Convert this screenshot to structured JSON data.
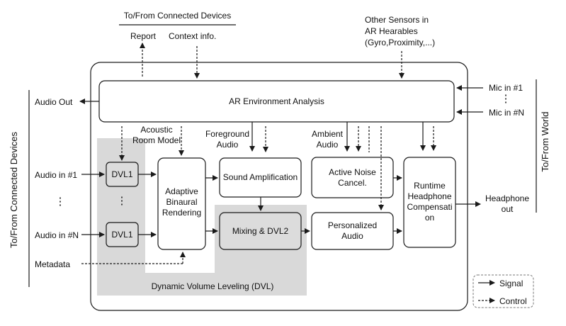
{
  "top_left": {
    "header": "To/From Connected Devices",
    "report": "Report",
    "context": "Context info."
  },
  "top_right": {
    "line1": "Other Sensors in",
    "line2": "AR Hearables",
    "line3": "(Gyro,Proximity,...)"
  },
  "analysis_block": "AR Environment Analysis",
  "left_side": {
    "vertical_label": "To/From Connected Devices",
    "audio_out": "Audio Out",
    "audio_in_1": "Audio in #1",
    "audio_in_n": "Audio in #N",
    "ellipsis": "⋮",
    "metadata": "Metadata"
  },
  "right_side": {
    "vertical_label": "To/From World",
    "mic_in_1": "Mic in #1",
    "mic_in_n": "Mic in #N",
    "ellipsis": "⋮",
    "headphone_out_1": "Headphone",
    "headphone_out_2": "out"
  },
  "labels": {
    "acoustic_1": "Acoustic",
    "acoustic_2": "Room Model",
    "foreground_1": "Foreground",
    "foreground_2": "Audio",
    "ambient_1": "Ambient",
    "ambient_2": "Audio"
  },
  "blocks": {
    "dvl1_top": "DVL1",
    "dvl1_bottom": "DVL1",
    "dvl_ellipsis": "⋮",
    "binaural_1": "Adaptive",
    "binaural_2": "Binaural",
    "binaural_3": "Rendering",
    "sound_amp": "Sound Amplification",
    "mixing": "Mixing & DVL2",
    "anc_1": "Active Noise",
    "anc_2": "Cancel.",
    "personalized_1": "Personalized",
    "personalized_2": "Audio",
    "hp_comp_1": "Runtime",
    "hp_comp_2": "Headphone",
    "hp_comp_3": "Compensati",
    "hp_comp_4": "on"
  },
  "dvl_region_label": "Dynamic Volume Leveling (DVL)",
  "legend": {
    "signal": "Signal",
    "control": "Control"
  },
  "colors": {
    "line": "#1a1a1a",
    "dvl_fill": "#d9d9d9",
    "block_fill": "#ffffff",
    "dvl_block_fill": "#dcdcdc"
  }
}
